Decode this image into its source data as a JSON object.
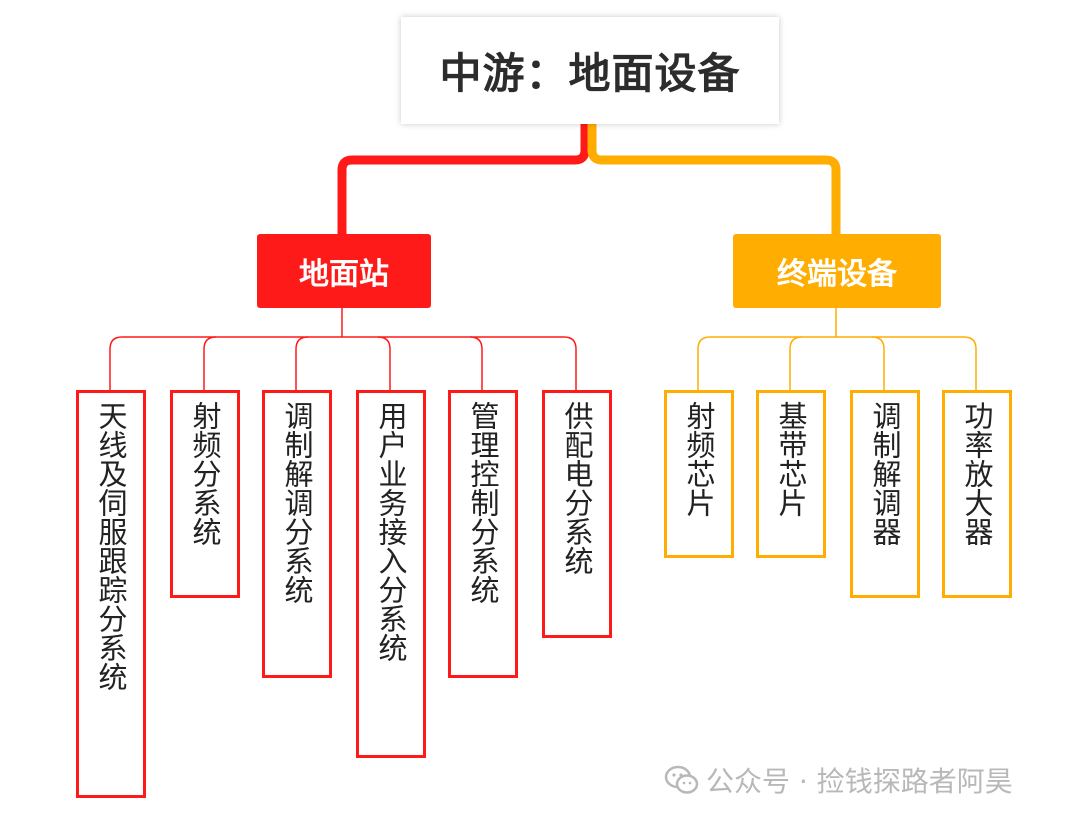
{
  "root": {
    "title": "中游：地面设备"
  },
  "branches": {
    "ground": {
      "title": "地面站",
      "leaves": [
        "天线及伺服跟踪分系统",
        "射频分系统",
        "调制解调分系统",
        "用户业务接入分系统",
        "管理控制分系统",
        "供配电分系统"
      ]
    },
    "terminal": {
      "title": "终端设备",
      "leaves": [
        "射频芯片",
        "基带芯片",
        "调制解调器",
        "功率放大器"
      ]
    }
  },
  "watermark": {
    "text": "公众号 · 捡钱探路者阿昊",
    "icon": "wechat-icon"
  },
  "colors": {
    "ground": "#ff1a1a",
    "terminal": "#ffad00",
    "root_text": "#2c2c2c"
  }
}
